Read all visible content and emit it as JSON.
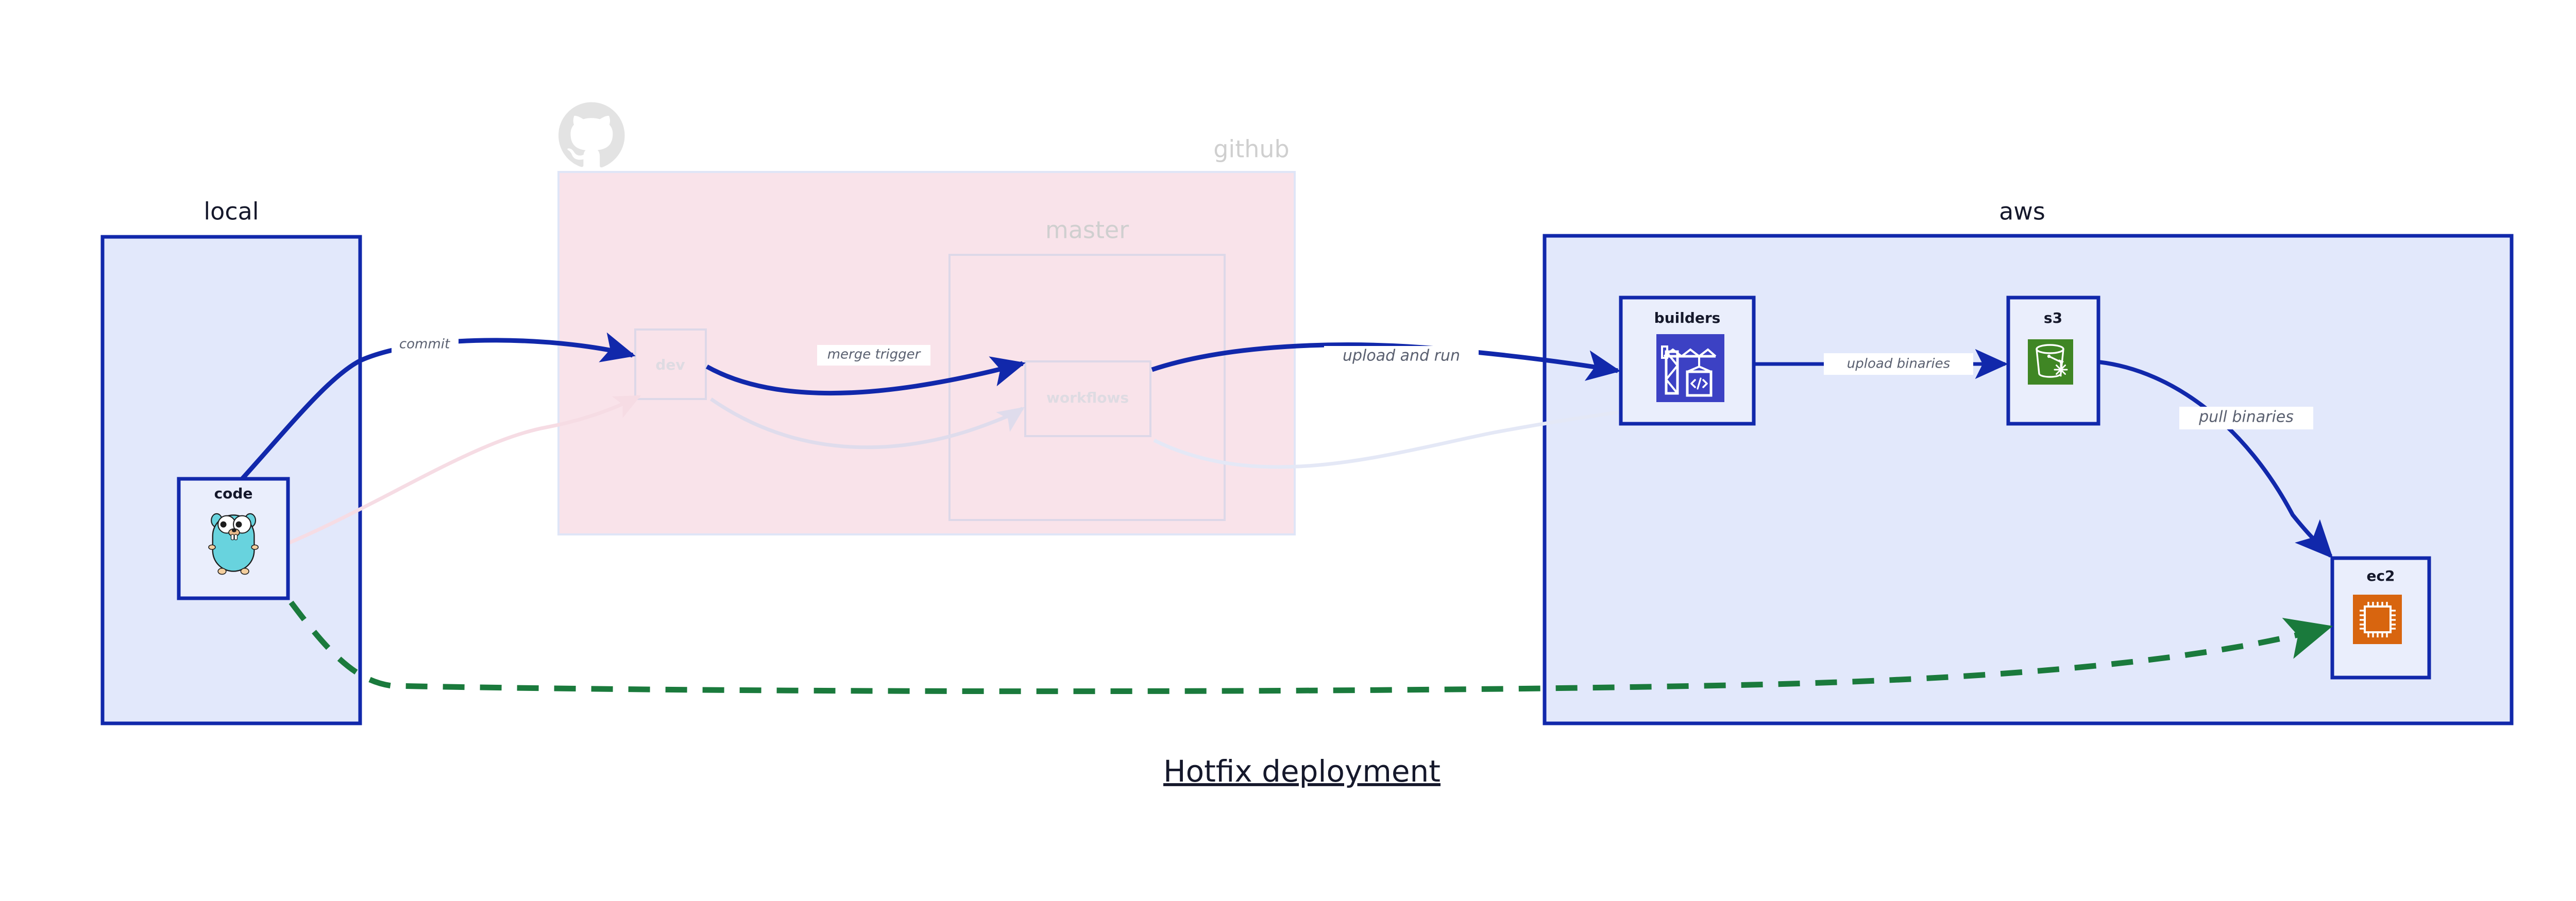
{
  "title": "Hotfix deployment",
  "colors": {
    "group_border_blue": "#1128ab",
    "group_fill_blue": "#e2e8fb",
    "github_fill_pink": "#f9e3ea",
    "github_border": "#dfe5f7",
    "node_fill": "#eaeefc",
    "edge_blue": "#1128ab",
    "edge_green": "#1a7a3c",
    "label_gray": "#5a6070",
    "faded_gray": "#dedbe2",
    "logo_gray": "#e3e3e3",
    "go_cyan": "#68d3de",
    "builders_blue": "#3c41c4",
    "s3_green": "#3f8624",
    "ec2_orange": "#d8650f"
  },
  "groups": [
    {
      "id": "local",
      "label": "local",
      "faded": false
    },
    {
      "id": "github",
      "label": "github",
      "faded": true
    },
    {
      "id": "master",
      "label": "master",
      "faded": true
    },
    {
      "id": "aws",
      "label": "aws",
      "faded": false
    }
  ],
  "nodes": [
    {
      "id": "code",
      "label": "code",
      "icon": "go-gopher-icon",
      "faded": false
    },
    {
      "id": "dev",
      "label": "dev",
      "icon": "none",
      "faded": true
    },
    {
      "id": "workflows",
      "label": "workflows",
      "icon": "none",
      "faded": true
    },
    {
      "id": "builders",
      "label": "builders",
      "icon": "aws-codebuild-icon",
      "faded": false
    },
    {
      "id": "s3",
      "label": "s3",
      "icon": "aws-s3-glacier-icon",
      "faded": false
    },
    {
      "id": "ec2",
      "label": "ec2",
      "icon": "aws-ec2-chip-icon",
      "faded": false
    }
  ],
  "edges": [
    {
      "id": "commit",
      "label": "commit",
      "from": "code",
      "to": "dev",
      "style": "solid-blue",
      "faded": false
    },
    {
      "id": "merge-trigger",
      "label": "merge trigger",
      "from": "dev",
      "to": "workflows",
      "style": "solid-blue",
      "faded": false
    },
    {
      "id": "upload-and-run",
      "label": "upload and run",
      "from": "workflows",
      "to": "builders",
      "style": "solid-blue",
      "faded": false
    },
    {
      "id": "upload-binaries",
      "label": "upload binaries",
      "from": "builders",
      "to": "s3",
      "style": "solid-blue",
      "faded": false
    },
    {
      "id": "pull-binaries",
      "label": "pull binaries",
      "from": "s3",
      "to": "ec2",
      "style": "solid-blue",
      "faded": false
    },
    {
      "id": "hotfix-direct",
      "label": "",
      "from": "code",
      "to": "ec2",
      "style": "dashed-green",
      "faded": false
    },
    {
      "id": "faded-commit",
      "label": "",
      "from": "code",
      "to": "dev",
      "style": "solid-pink",
      "faded": true
    },
    {
      "id": "faded-merge",
      "label": "",
      "from": "dev",
      "to": "workflows",
      "style": "solid-gray",
      "faded": true
    },
    {
      "id": "faded-upload",
      "label": "",
      "from": "workflows",
      "to": "builders",
      "style": "solid-gray",
      "faded": true
    }
  ],
  "icons": {
    "github_logo": "github-octocat-icon"
  }
}
